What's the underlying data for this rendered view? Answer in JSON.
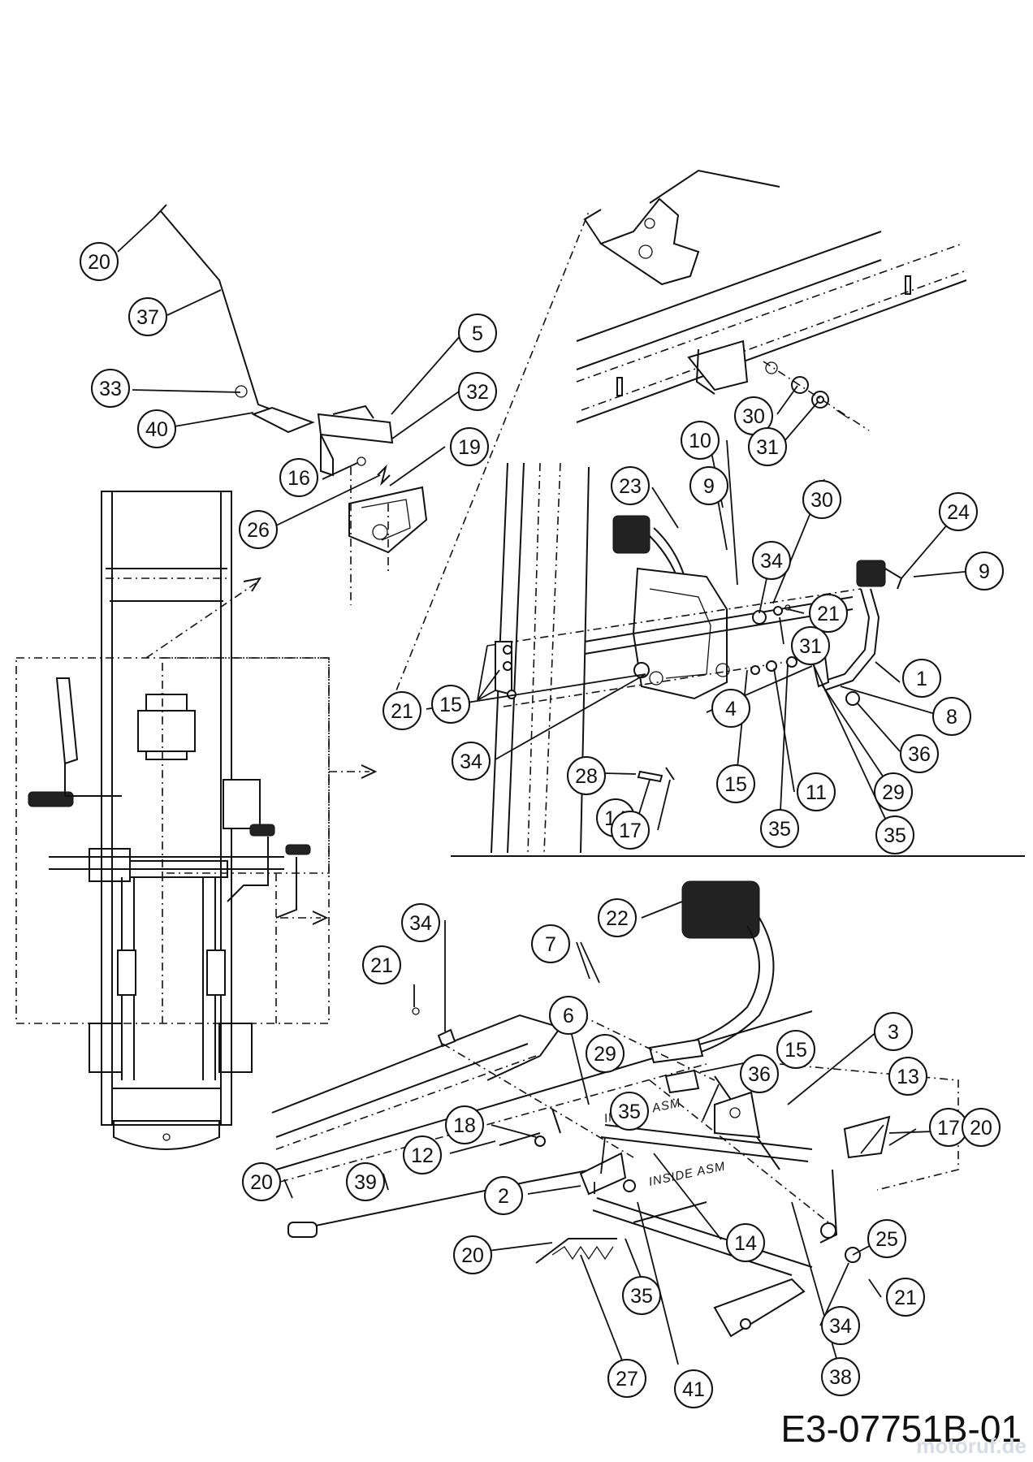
{
  "drawing_code": "E3-07751B-01",
  "watermark": "motoruf.de",
  "stamps": [
    "INSIDE ASM",
    "INSIDE ASM"
  ],
  "callouts": [
    {
      "label": "20"
    },
    {
      "label": "37"
    },
    {
      "label": "5"
    },
    {
      "label": "33"
    },
    {
      "label": "32"
    },
    {
      "label": "40"
    },
    {
      "label": "19"
    },
    {
      "label": "16"
    },
    {
      "label": "26"
    },
    {
      "label": "30"
    },
    {
      "label": "31"
    },
    {
      "label": "10"
    },
    {
      "label": "23"
    },
    {
      "label": "9"
    },
    {
      "label": "30"
    },
    {
      "label": "24"
    },
    {
      "label": "34"
    },
    {
      "label": "9"
    },
    {
      "label": "21"
    },
    {
      "label": "31"
    },
    {
      "label": "1"
    },
    {
      "label": "15"
    },
    {
      "label": "8"
    },
    {
      "label": "21"
    },
    {
      "label": "4"
    },
    {
      "label": "36"
    },
    {
      "label": "34"
    },
    {
      "label": "28"
    },
    {
      "label": "15"
    },
    {
      "label": "11"
    },
    {
      "label": "14"
    },
    {
      "label": "29"
    },
    {
      "label": "17"
    },
    {
      "label": "35"
    },
    {
      "label": "35"
    },
    {
      "label": "22"
    },
    {
      "label": "34"
    },
    {
      "label": "7"
    },
    {
      "label": "21"
    },
    {
      "label": "6"
    },
    {
      "label": "3"
    },
    {
      "label": "15"
    },
    {
      "label": "29"
    },
    {
      "label": "36"
    },
    {
      "label": "13"
    },
    {
      "label": "35"
    },
    {
      "label": "17"
    },
    {
      "label": "18"
    },
    {
      "label": "20"
    },
    {
      "label": "12"
    },
    {
      "label": "39"
    },
    {
      "label": "20"
    },
    {
      "label": "2"
    },
    {
      "label": "25"
    },
    {
      "label": "20"
    },
    {
      "label": "14"
    },
    {
      "label": "21"
    },
    {
      "label": "35"
    },
    {
      "label": "34"
    },
    {
      "label": "27"
    },
    {
      "label": "41"
    },
    {
      "label": "38"
    }
  ]
}
